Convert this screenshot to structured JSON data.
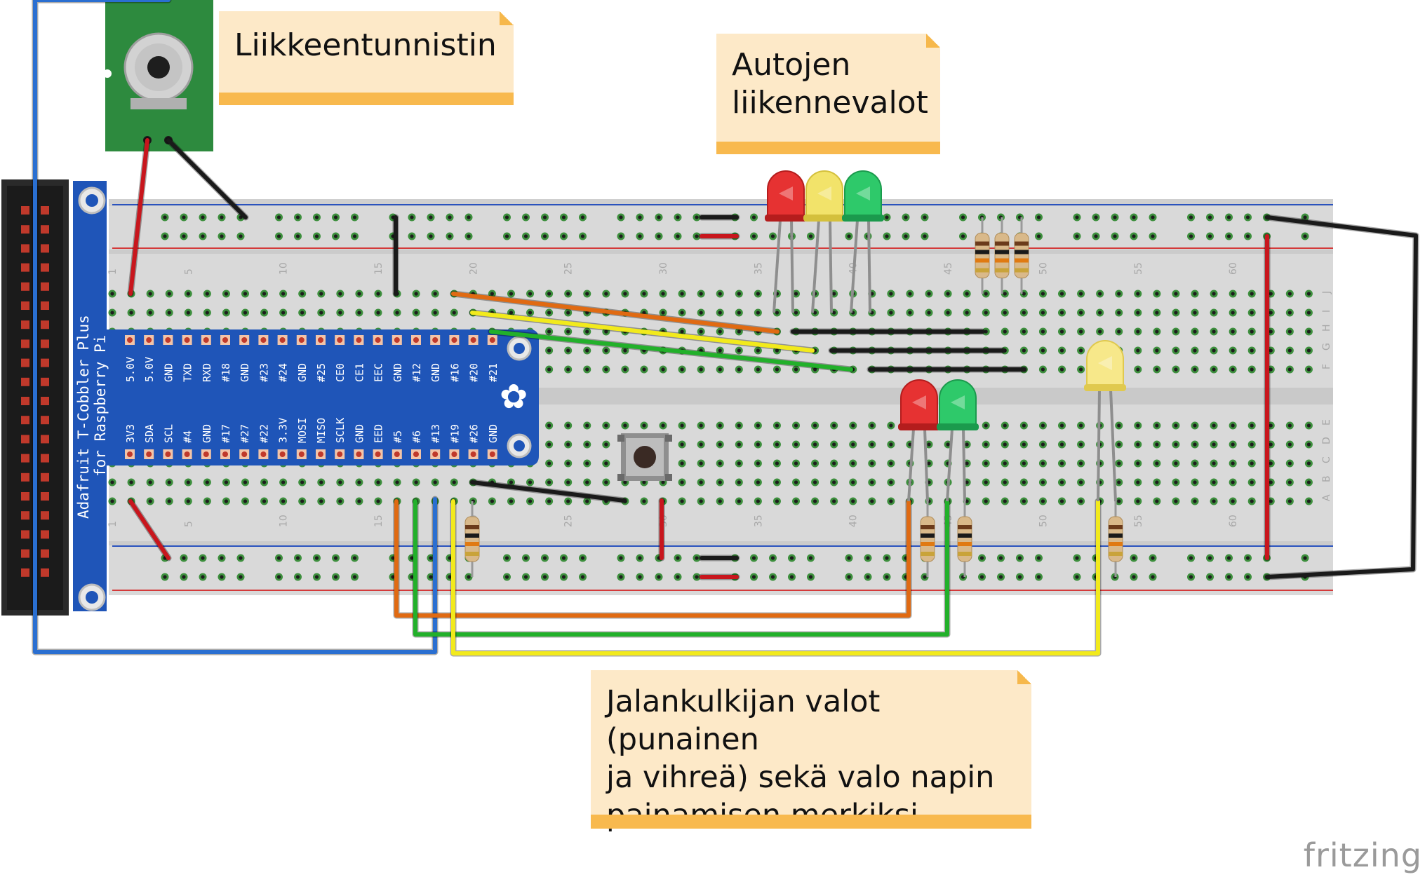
{
  "notes": {
    "motion": "Liikkeentunnistin",
    "cars": "Autojen\nliikennevalot",
    "pedestrian": "Jalankulkijan valot (punainen\nja vihreä) sekä valo napin\npainamisen merkiksi"
  },
  "cobbler": {
    "title": "Adafruit T-Cobbler Plus",
    "subtitle": "for Raspberry Pi",
    "top_pins": [
      "5.0V",
      "5.0V",
      "GND",
      "TXD",
      "RXD",
      "#18",
      "GND",
      "#23",
      "#24",
      "GND",
      "#25",
      "CE0",
      "CE1",
      "EEC",
      "GND",
      "#12",
      "GND",
      "#16",
      "#20",
      "#21"
    ],
    "bottom_pins": [
      "3V3",
      "SDA",
      "SCL",
      "#4",
      "GND",
      "#17",
      "#27",
      "#22",
      "3.3V",
      "MOSI",
      "MISO",
      "SCLK",
      "GND",
      "EED",
      "#5",
      "#6",
      "#13",
      "#19",
      "#26",
      "GND"
    ]
  },
  "breadboard": {
    "column_numbers": [
      "1",
      "5",
      "10",
      "15",
      "20",
      "25",
      "30",
      "35",
      "40",
      "45",
      "50",
      "55",
      "60"
    ],
    "row_letters_top": [
      "J",
      "I",
      "H",
      "G",
      "F"
    ],
    "row_letters_bottom": [
      "E",
      "D",
      "C",
      "B",
      "A"
    ]
  },
  "colors": {
    "red_wire": "#c8161d",
    "black_wire": "#1a1a1a",
    "orange_wire": "#e06a12",
    "yellow_wire": "#f2ea1c",
    "green_wire": "#22b02a",
    "blue_wire": "#2a6fd1",
    "cobbler_blue": "#1f55b8",
    "note_fill": "#fde9c8",
    "note_bar": "#f8b94e"
  },
  "brand": "fritzing"
}
